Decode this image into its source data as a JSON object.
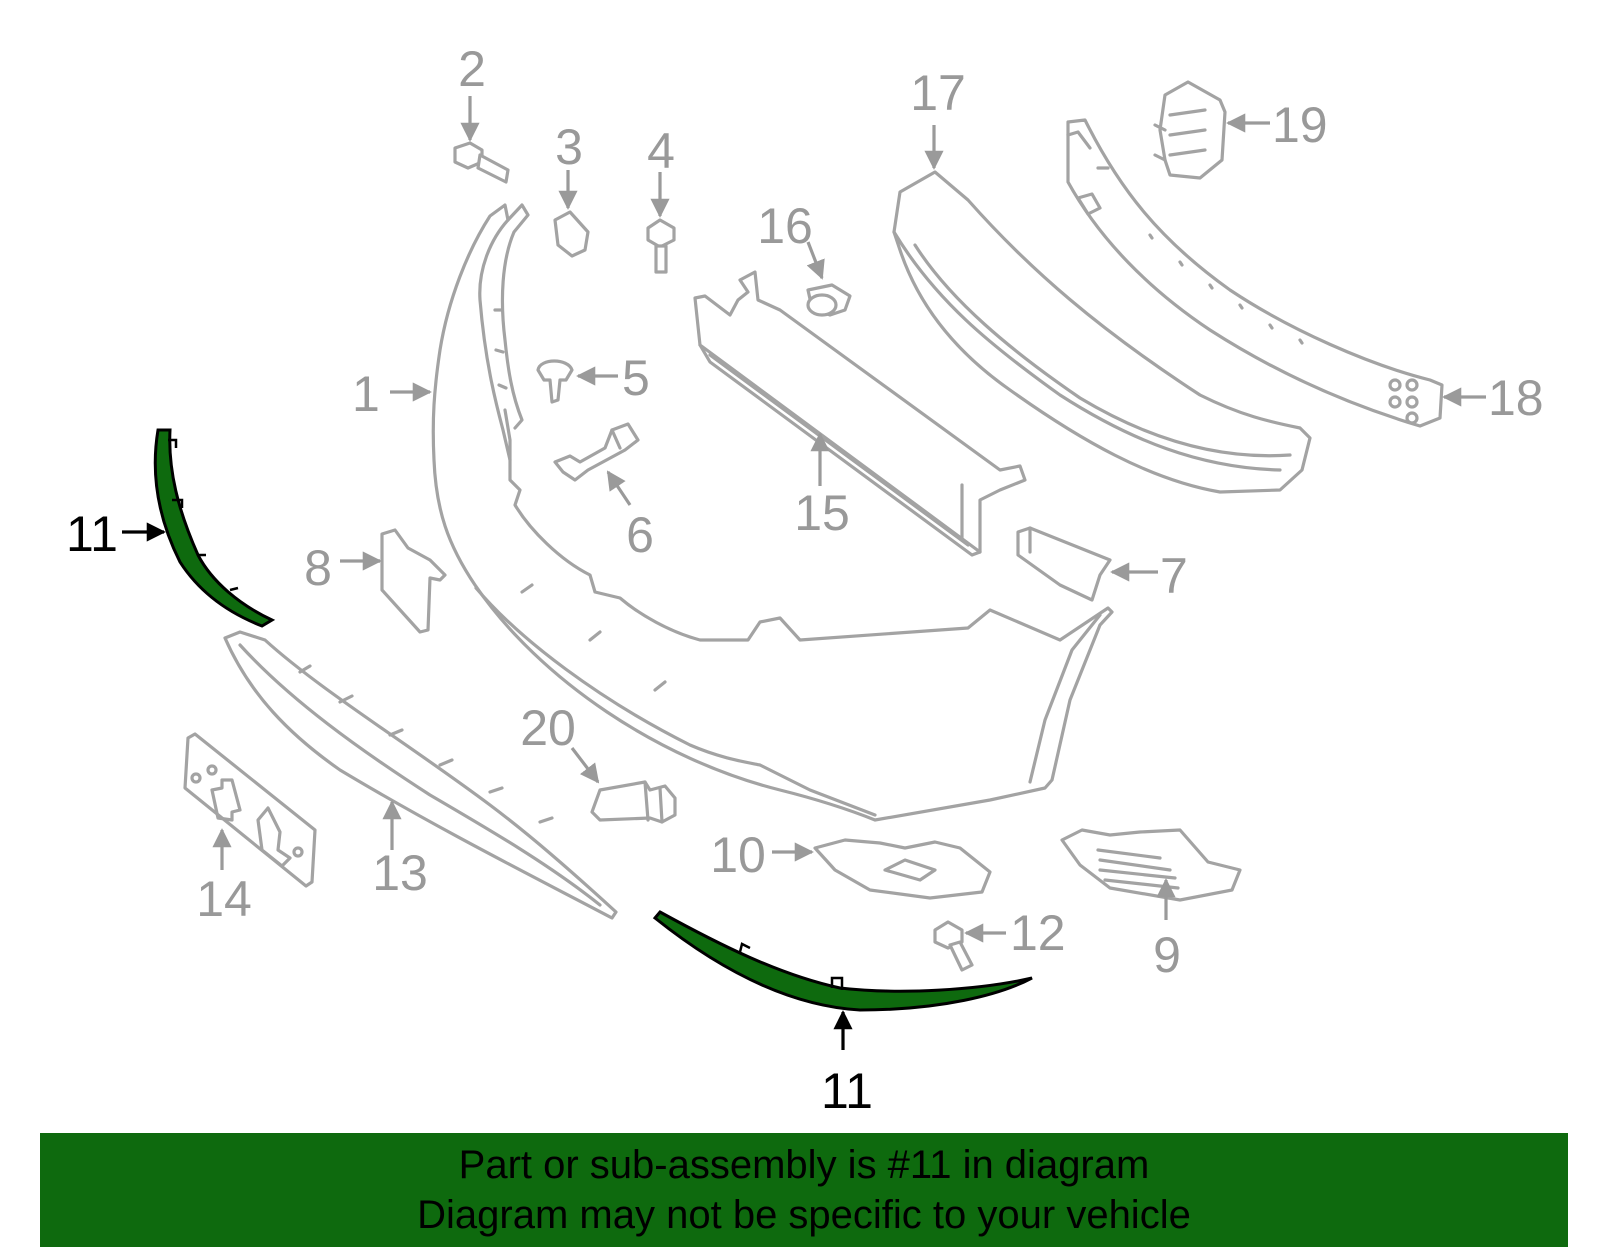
{
  "diagram": {
    "highlight_color": "#0e6a0e",
    "label_color": "#999999",
    "highlight_label_color": "#000000",
    "parts": [
      {
        "key": "p1",
        "label": "1"
      },
      {
        "key": "p2",
        "label": "2"
      },
      {
        "key": "p3",
        "label": "3"
      },
      {
        "key": "p4",
        "label": "4"
      },
      {
        "key": "p5",
        "label": "5"
      },
      {
        "key": "p6",
        "label": "6"
      },
      {
        "key": "p7",
        "label": "7"
      },
      {
        "key": "p8",
        "label": "8"
      },
      {
        "key": "p9",
        "label": "9"
      },
      {
        "key": "p10",
        "label": "10"
      },
      {
        "key": "p11a",
        "label": "11",
        "highlighted": true
      },
      {
        "key": "p11b",
        "label": "11",
        "highlighted": true
      },
      {
        "key": "p12",
        "label": "12"
      },
      {
        "key": "p13",
        "label": "13"
      },
      {
        "key": "p14",
        "label": "14"
      },
      {
        "key": "p15",
        "label": "15"
      },
      {
        "key": "p16",
        "label": "16"
      },
      {
        "key": "p17",
        "label": "17"
      },
      {
        "key": "p18",
        "label": "18"
      },
      {
        "key": "p19",
        "label": "19"
      },
      {
        "key": "p20",
        "label": "20"
      }
    ]
  },
  "banner": {
    "line1": "Part or sub-assembly is #11 in diagram",
    "line2": "Diagram may not be specific to your vehicle",
    "background": "#0e6a0e"
  }
}
